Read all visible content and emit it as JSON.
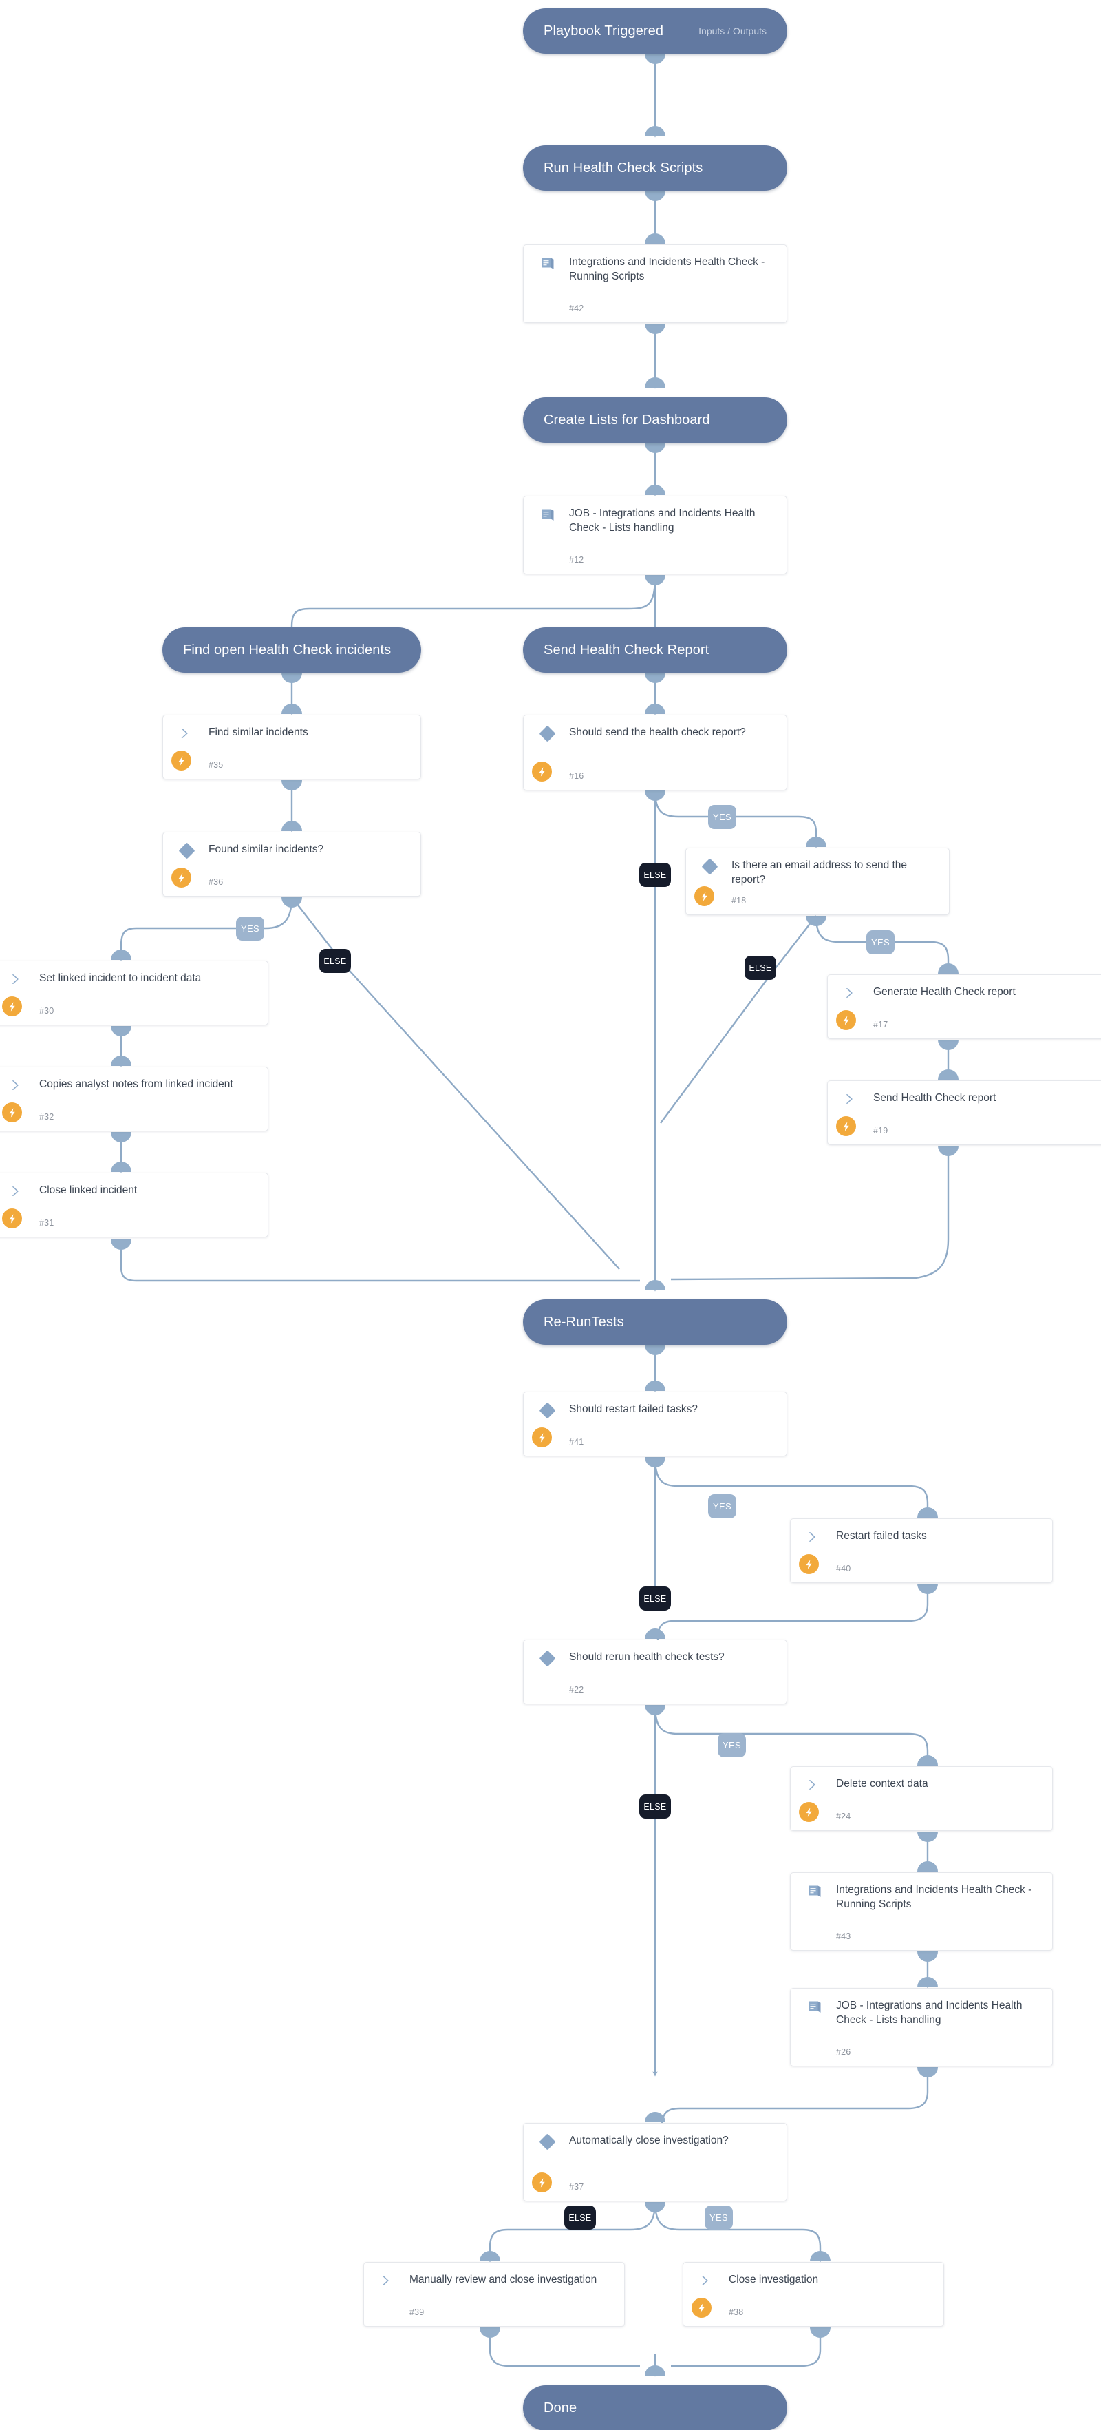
{
  "diagram": {
    "type": "playbook-flow",
    "title": "Integrations and Incidents Health Check",
    "palette": {
      "stage_fill": "#6279A1",
      "card_fill": "#FFFFFF",
      "card_border": "#E6E8EC",
      "edge": "#8FAAC6",
      "node_dot": "#8FAAC6",
      "yes_badge": "#9DB4CE",
      "else_badge": "#161C2B",
      "automation_badge": "#F2A93B",
      "title_text": "#3C4552",
      "id_text": "#8D939D"
    }
  },
  "stages": [
    {
      "id": "stage-trigger",
      "label": "Playbook Triggered",
      "sublabel": "Inputs / Outputs"
    },
    {
      "id": "stage-run",
      "label": "Run Health Check Scripts",
      "sublabel": ""
    },
    {
      "id": "stage-lists",
      "label": "Create Lists for Dashboard",
      "sublabel": ""
    },
    {
      "id": "stage-findopen",
      "label": "Find open Health Check incidents",
      "sublabel": ""
    },
    {
      "id": "stage-sendrep",
      "label": "Send Health Check Report",
      "sublabel": ""
    },
    {
      "id": "stage-rerun",
      "label": "Re-RunTests",
      "sublabel": ""
    },
    {
      "id": "stage-done",
      "label": "Done",
      "sublabel": ""
    }
  ],
  "tasks": [
    {
      "id": "t42",
      "title": "Integrations and Incidents Health Check - Running Scripts",
      "number": "#42",
      "icon": "playbook-book-icon",
      "automated": false
    },
    {
      "id": "t12",
      "title": "JOB - Integrations and Incidents Health Check - Lists handling",
      "number": "#12",
      "icon": "playbook-book-icon",
      "automated": false
    },
    {
      "id": "t35",
      "title": "Find similar incidents",
      "number": "#35",
      "icon": "task-chevron-icon",
      "automated": true
    },
    {
      "id": "t36",
      "title": "Found similar incidents?",
      "number": "#36",
      "icon": "condition-diamond-icon",
      "automated": true
    },
    {
      "id": "t30",
      "title": "Set linked incident to incident data",
      "number": "#30",
      "icon": "task-chevron-icon",
      "automated": true
    },
    {
      "id": "t32",
      "title": "Copies analyst notes from linked incident",
      "number": "#32",
      "icon": "task-chevron-icon",
      "automated": true
    },
    {
      "id": "t31",
      "title": "Close linked incident",
      "number": "#31",
      "icon": "task-chevron-icon",
      "automated": true
    },
    {
      "id": "t16",
      "title": "Should send the health check report?",
      "number": "#16",
      "icon": "condition-diamond-icon",
      "automated": true
    },
    {
      "id": "t18",
      "title": "Is there an email address to send the report?",
      "number": "#18",
      "icon": "condition-diamond-icon",
      "automated": true
    },
    {
      "id": "t17",
      "title": "Generate Health Check report",
      "number": "#17",
      "icon": "task-chevron-icon",
      "automated": true
    },
    {
      "id": "t19",
      "title": "Send Health Check report",
      "number": "#19",
      "icon": "task-chevron-icon",
      "automated": true
    },
    {
      "id": "t41",
      "title": "Should restart failed tasks?",
      "number": "#41",
      "icon": "condition-diamond-icon",
      "automated": true
    },
    {
      "id": "t40",
      "title": "Restart failed tasks",
      "number": "#40",
      "icon": "task-chevron-icon",
      "automated": true
    },
    {
      "id": "t22",
      "title": "Should rerun health check tests?",
      "number": "#22",
      "icon": "condition-diamond-icon",
      "automated": false
    },
    {
      "id": "t24",
      "title": "Delete context data",
      "number": "#24",
      "icon": "task-chevron-icon",
      "automated": true
    },
    {
      "id": "t43",
      "title": "Integrations and Incidents Health Check - Running Scripts",
      "number": "#43",
      "icon": "playbook-book-icon",
      "automated": false
    },
    {
      "id": "t26",
      "title": "JOB - Integrations and Incidents Health Check - Lists handling",
      "number": "#26",
      "icon": "playbook-book-icon",
      "automated": false
    },
    {
      "id": "t37",
      "title": "Automatically close investigation?",
      "number": "#37",
      "icon": "condition-diamond-icon",
      "automated": true
    },
    {
      "id": "t39",
      "title": "Manually review and close investigation",
      "number": "#39",
      "icon": "task-chevron-icon",
      "automated": false
    },
    {
      "id": "t38",
      "title": "Close investigation",
      "number": "#38",
      "icon": "task-chevron-icon",
      "automated": true
    }
  ],
  "branch_labels": [
    {
      "id": "b36-yes",
      "text": "YES",
      "kind": "yes"
    },
    {
      "id": "b36-else",
      "text": "ELSE",
      "kind": "else"
    },
    {
      "id": "b16-yes",
      "text": "YES",
      "kind": "yes"
    },
    {
      "id": "b16-else",
      "text": "ELSE",
      "kind": "else"
    },
    {
      "id": "b18-yes",
      "text": "YES",
      "kind": "yes"
    },
    {
      "id": "b18-else",
      "text": "ELSE",
      "kind": "else"
    },
    {
      "id": "b41-yes",
      "text": "YES",
      "kind": "yes"
    },
    {
      "id": "b41-else",
      "text": "ELSE",
      "kind": "else"
    },
    {
      "id": "b22-yes",
      "text": "YES",
      "kind": "yes"
    },
    {
      "id": "b22-else",
      "text": "ELSE",
      "kind": "else"
    },
    {
      "id": "b37-else",
      "text": "ELSE",
      "kind": "else"
    },
    {
      "id": "b37-yes",
      "text": "YES",
      "kind": "yes"
    }
  ]
}
